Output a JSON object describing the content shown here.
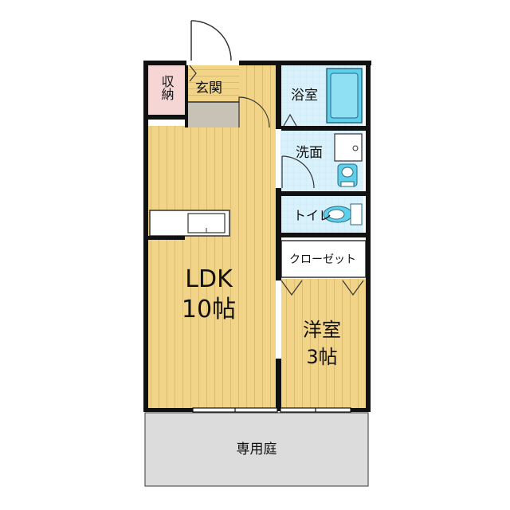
{
  "rooms": {
    "storage": "収納",
    "entrance": "玄関",
    "bathroom": "浴室",
    "washroom": "洗面",
    "toilet": "トイレ",
    "closet": "クローゼット",
    "ldk_name": "LDK",
    "ldk_size": "10帖",
    "western_name": "洋室",
    "western_size": "3帖",
    "garden": "専用庭"
  },
  "colors": {
    "wall": "#111111",
    "floor_wood": "#f2d488",
    "wood_line": "#d9b865",
    "storage_floor": "#f6d5d5",
    "tile": "#d9f1fb",
    "fixture_blue": "#5fd0ec",
    "garden": "#dcdcdc",
    "entrance_floor": "#c8c2b6"
  }
}
